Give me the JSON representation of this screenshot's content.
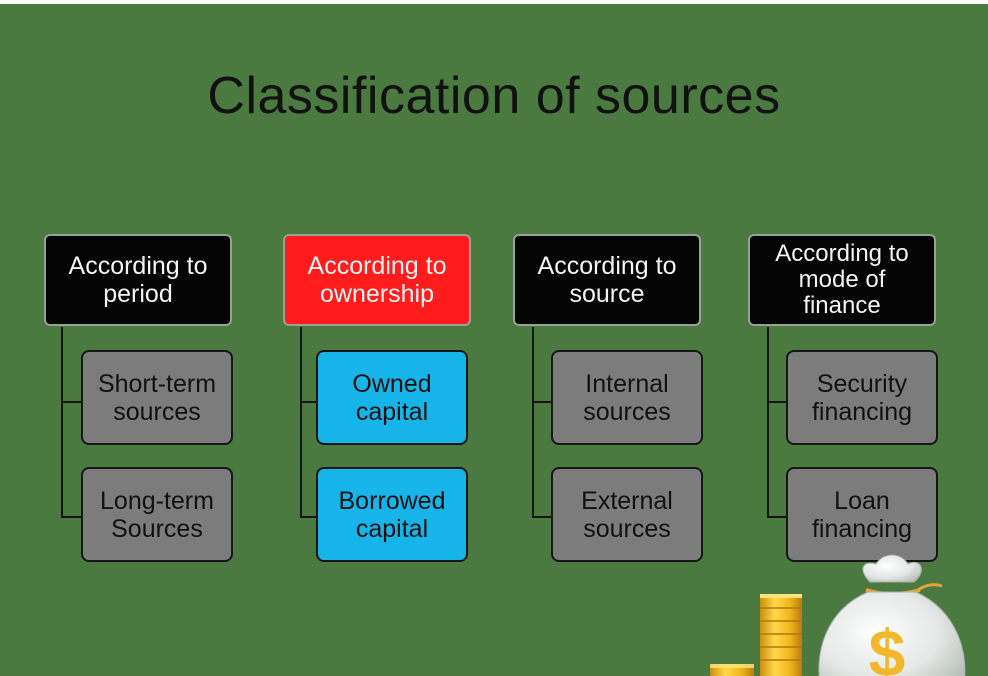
{
  "title": "Classification of sources",
  "columns": [
    {
      "heading_lines": [
        "According to",
        "period"
      ],
      "heading_color": "#050505",
      "children": [
        {
          "lines": [
            "Short-term",
            "sources"
          ],
          "color": "#7c7c7c"
        },
        {
          "lines": [
            "Long-term",
            "Sources"
          ],
          "color": "#7c7c7c"
        }
      ]
    },
    {
      "heading_lines": [
        "According to",
        "ownership"
      ],
      "heading_color": "#ff1c1c",
      "children": [
        {
          "lines": [
            "Owned",
            "capital"
          ],
          "color": "#16b4e8"
        },
        {
          "lines": [
            "Borrowed",
            "capital"
          ],
          "color": "#16b4e8"
        }
      ]
    },
    {
      "heading_lines": [
        "According to",
        "source"
      ],
      "heading_color": "#050505",
      "children": [
        {
          "lines": [
            "Internal",
            "sources"
          ],
          "color": "#7c7c7c"
        },
        {
          "lines": [
            "External",
            "sources"
          ],
          "color": "#7c7c7c"
        }
      ]
    },
    {
      "heading_lines": [
        "According to",
        "mode of",
        "finance"
      ],
      "heading_color": "#050505",
      "children": [
        {
          "lines": [
            "Security",
            "financing"
          ],
          "color": "#7c7c7c"
        },
        {
          "lines": [
            "Loan",
            "financing"
          ],
          "color": "#7c7c7c"
        }
      ]
    }
  ],
  "decoration": {
    "money_bag_symbol": "$",
    "icon": "money-bag-and-coins-icon",
    "colors": {
      "background": "#4a7a40",
      "coin": "#f2c12e",
      "bag": "#e8ece9",
      "dollar": "#f0b82a"
    }
  }
}
